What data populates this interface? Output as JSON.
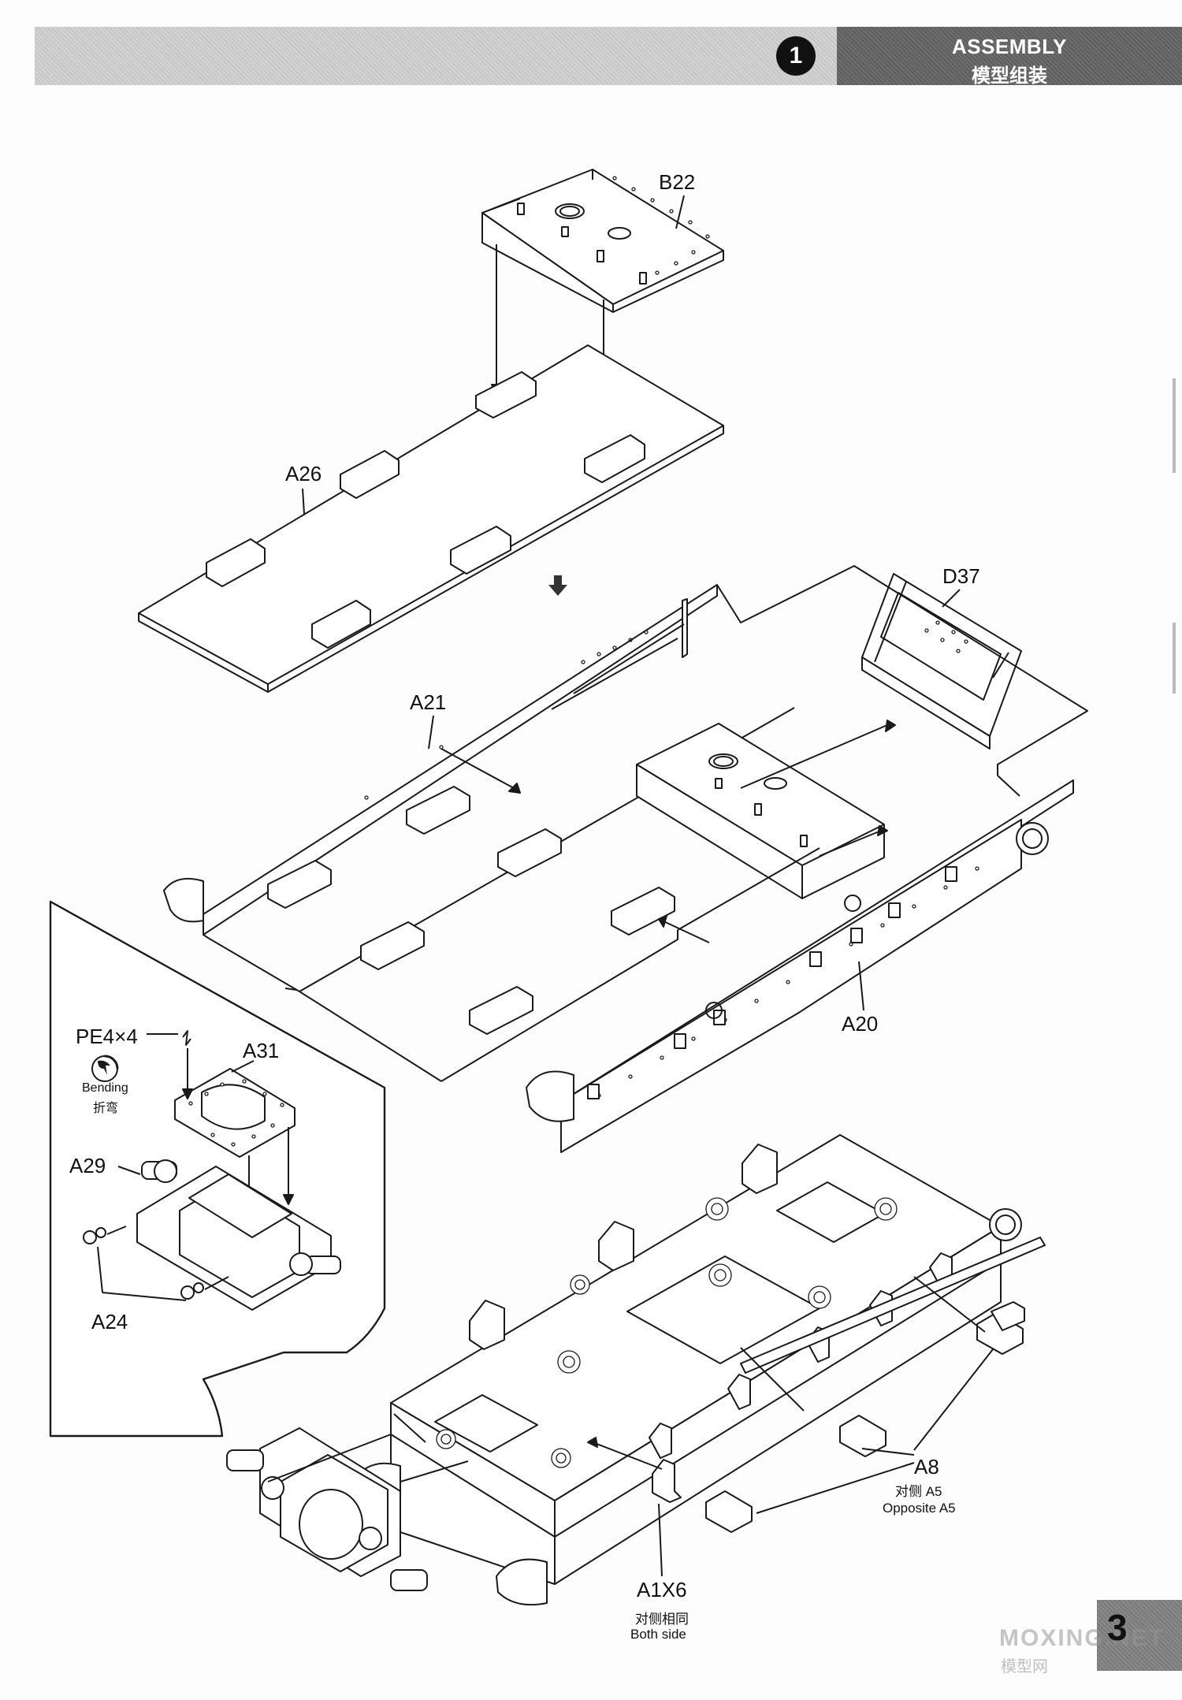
{
  "header": {
    "step_number": "1",
    "title_en": "ASSEMBLY",
    "title_cn": "模型组装"
  },
  "labels": {
    "b22": "B22",
    "a26": "A26",
    "d37": "D37",
    "a21": "A21",
    "a20": "A20",
    "pe4x4": "PE4×4",
    "a31": "A31",
    "a29": "A29",
    "a24": "A24",
    "a8": "A8",
    "a1x6": "A1X6"
  },
  "notes": {
    "bending_en": "Bending",
    "bending_cn": "折弯",
    "opposite_cn": "对侧  A5",
    "opposite_en": "Opposite A5",
    "both_cn": "对侧相同",
    "both_en": "Both side"
  },
  "footer": {
    "page_number": "3",
    "watermark_en": "MOXING.NET",
    "watermark_cn": "模型网"
  },
  "icons": {
    "step_badge": "black-circle-number",
    "bending": "bending-icon",
    "down_arrow": "down-arrow-icon"
  },
  "colors": {
    "line": "#1a1a1a",
    "header_band": "#cccccc",
    "title_box": "#666666"
  }
}
